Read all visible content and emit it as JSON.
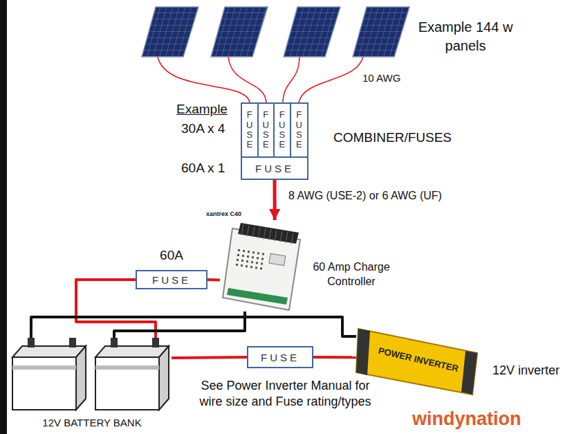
{
  "diagram": {
    "nodes": [
      {
        "text": [
          "COMBINER/FUSES"
        ]
      },
      {
        "text": [
          "FUSE"
        ],
        "in": 0
      },
      {
        "text": [
          "FUSE"
        ],
        "in": 0
      },
      {
        "text": [
          "FUSE"
        ],
        "in": 0
      },
      {
        "text": [
          "FUSE"
        ],
        "in": 0
      },
      {
        "text": [
          "FUSE"
        ],
        "in": 0
      },
      {
        "text": [
          "xantrex C40",
          "60 Amp Charge Controller"
        ]
      },
      {
        "text": [
          "60A",
          "FUSE"
        ]
      },
      {
        "text": [
          "12V BATTERY BANK"
        ]
      },
      {
        "text": [
          "FUSE"
        ]
      },
      {
        "text": [
          "POWER INVERTER",
          "12V inverter"
        ]
      }
    ],
    "edges": [
      {
        "from": 5,
        "to": 6,
        "arrow": "to",
        "label": "8 AWG (USE-2) or 6 AWG (UF)"
      },
      {
        "from": 6,
        "to": 7,
        "arrow": "none"
      },
      {
        "from": 7,
        "to": 8,
        "arrow": "none"
      },
      {
        "from": 6,
        "to": 8,
        "arrow": "none"
      },
      {
        "from": 8,
        "to": 9,
        "arrow": "none"
      },
      {
        "from": 9,
        "to": 10,
        "arrow": "none"
      },
      {
        "from": 8,
        "to": 10,
        "arrow": "none"
      }
    ],
    "labels": [
      "Example 144 w panels",
      "10 AWG",
      "Example",
      "30A x 4",
      "60A x 1",
      "See Power Inverter Manual for wire size and Fuse rating/types",
      "windynation"
    ]
  }
}
